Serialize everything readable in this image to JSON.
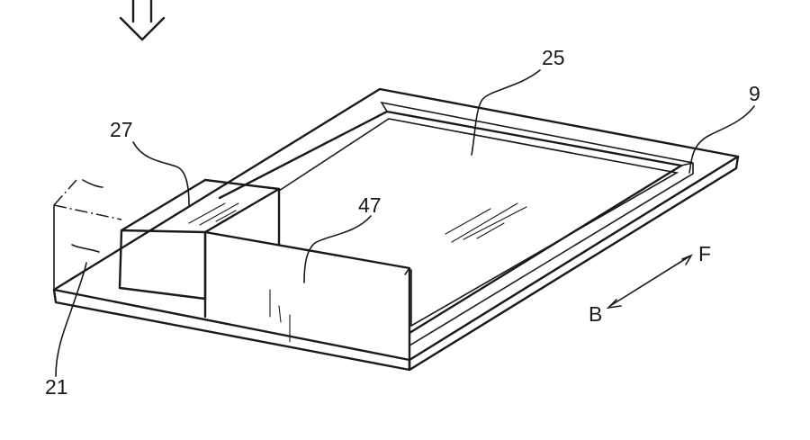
{
  "labels": {
    "ref_25": "25",
    "ref_9": "9",
    "ref_27": "27",
    "ref_47": "47",
    "ref_21": "21",
    "dir_f": "F",
    "dir_b": "B"
  },
  "colors": {
    "ink": "#1a1a1a",
    "background": "#ffffff"
  }
}
